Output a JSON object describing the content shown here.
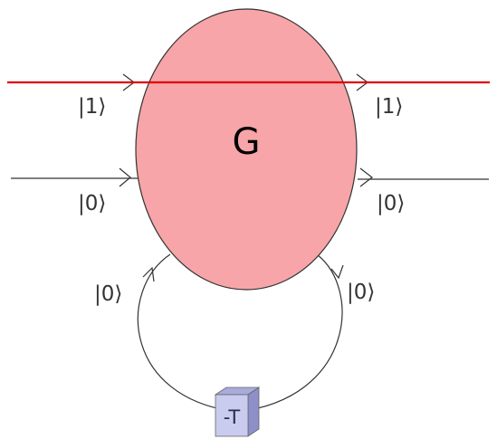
{
  "gate": {
    "label": "G",
    "fill": "#f7a5a8"
  },
  "highlight": {
    "color": "#e00000"
  },
  "states": {
    "in_top": "|1⟩",
    "out_top": "|1⟩",
    "in_middle": "|0⟩",
    "out_middle": "|0⟩",
    "loop_in": "|0⟩",
    "loop_out": "|0⟩"
  },
  "element": {
    "label": "-T",
    "fill": "#c9cbef"
  }
}
